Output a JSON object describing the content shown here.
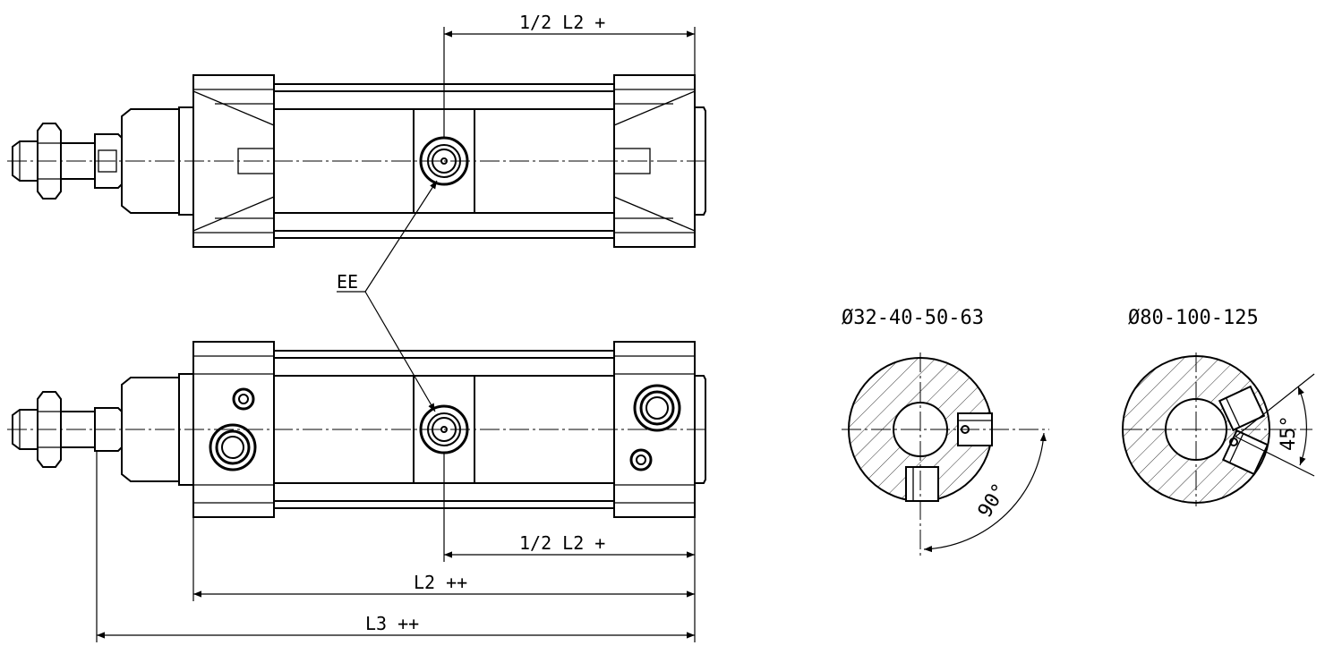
{
  "labels": {
    "half_l2_top": "1/2 L2 +",
    "half_l2_bottom": "1/2 L2 +",
    "l2": "L2 ++",
    "l3": "L3 ++",
    "ee": "EE",
    "section_small": "Ø32-40-50-63",
    "section_large": "Ø80-100-125",
    "angle_90": "90°",
    "angle_45": "45°"
  }
}
